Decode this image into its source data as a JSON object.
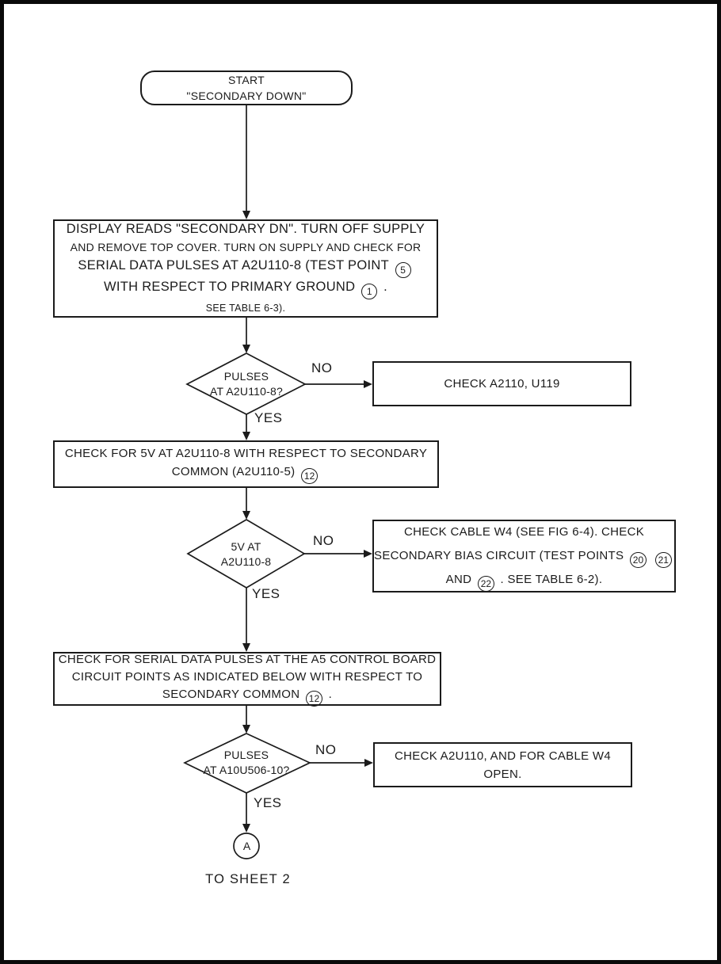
{
  "labels": {
    "yes": "YES",
    "no": "NO",
    "to_sheet": "TO SHEET 2",
    "connector_a": "A"
  },
  "nodes": {
    "start": {
      "lines": [
        "START",
        "\"SECONDARY DOWN\""
      ]
    },
    "display_reads": {
      "lines": [
        "DISPLAY READS \"SECONDARY DN\". TURN OFF SUPPLY",
        "AND REMOVE TOP COVER. TURN ON SUPPLY AND CHECK FOR",
        "SERIAL DATA PULSES AT A2U110-8 (TEST POINT ((5))",
        "WITH RESPECT TO PRIMARY GROUND ((1)) .",
        "SEE TABLE 6-3)."
      ]
    },
    "decision_pulses_a2u110": {
      "lines": [
        "PULSES",
        "AT A2U110-8?"
      ]
    },
    "check_a2110": {
      "lines": [
        "CHECK A2110, U119"
      ]
    },
    "check_5v": {
      "lines": [
        "CHECK FOR 5V AT A2U110-8 WITH RESPECT TO SECONDARY",
        "COMMON (A2U110-5) ((12))"
      ]
    },
    "decision_5v": {
      "lines": [
        "5V AT",
        "A2U110-8"
      ]
    },
    "check_cable_w4": {
      "lines": [
        "CHECK CABLE W4 (SEE FIG 6-4). CHECK",
        "SECONDARY BIAS CIRCUIT (TEST POINTS ((20)) ((21))",
        "AND ((22)) . SEE TABLE 6-2)."
      ]
    },
    "check_serial_a5": {
      "lines": [
        "CHECK FOR SERIAL DATA PULSES AT THE A5 CONTROL BOARD",
        "CIRCUIT POINTS AS INDICATED BELOW WITH RESPECT TO",
        "SECONDARY COMMON ((12)) ."
      ]
    },
    "decision_pulses_a10u506": {
      "lines": [
        "PULSES",
        "AT A10U506-10?"
      ]
    },
    "check_a2u110_open": {
      "lines": [
        "CHECK A2U110, AND FOR CABLE W4 OPEN."
      ]
    }
  }
}
